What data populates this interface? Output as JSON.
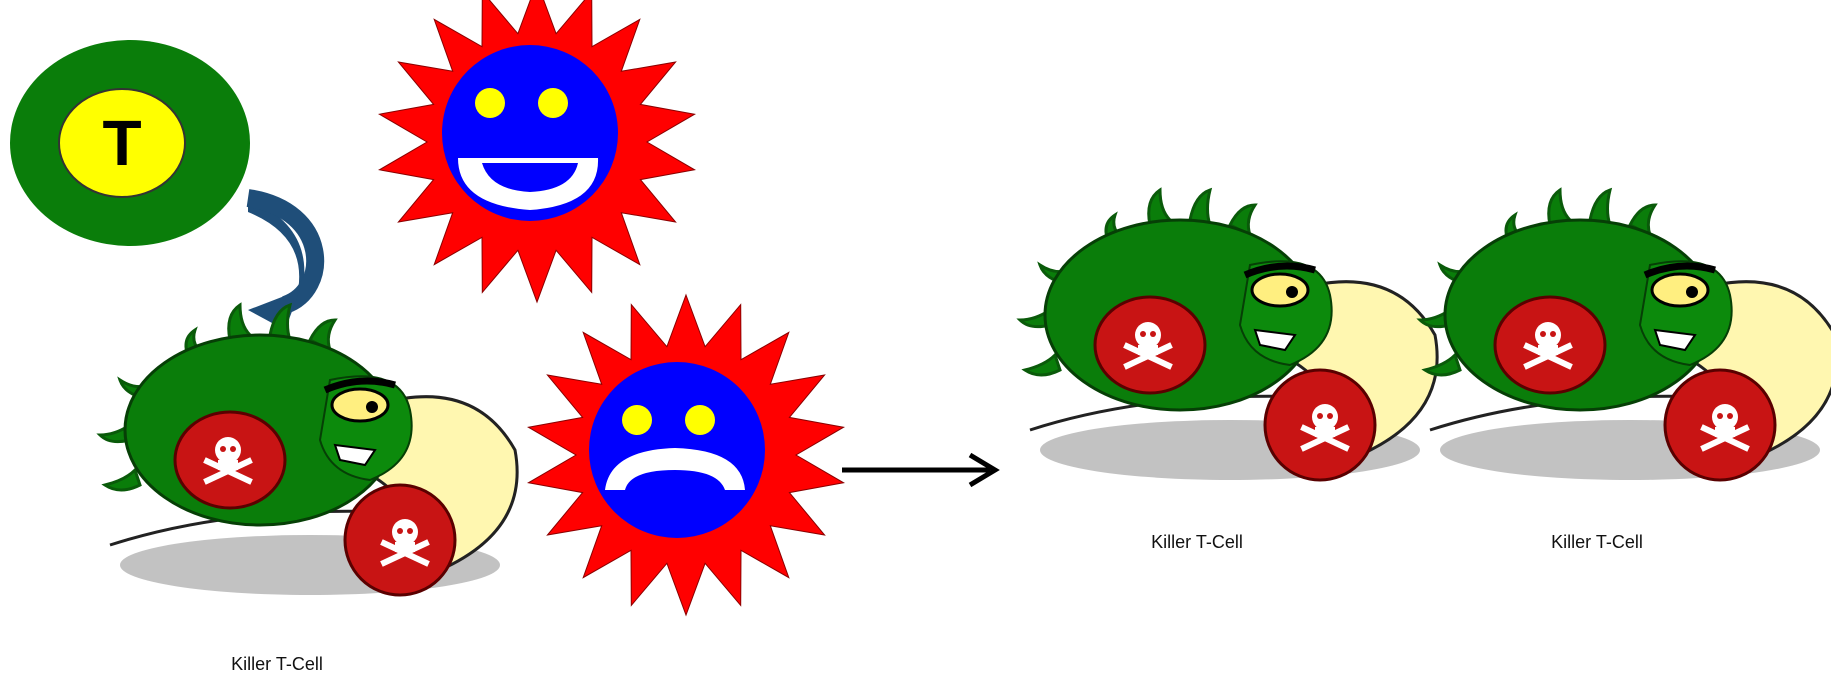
{
  "diagram": {
    "t_cell_letter": "T",
    "killer_label": "Killer T-Cell",
    "colors": {
      "tcell_outer": "#0a7d0a",
      "tcell_inner": "#ffff00",
      "healthy_star": "#ff0000",
      "healthy_face": "#0000ff",
      "eyes": "#ffff00",
      "mouth": "#ffffff",
      "arrow_curved": "#1f4e79",
      "arrow_straight": "#000000",
      "killer_body": "#0a7d0a",
      "glove": "#cc1111",
      "tail": "#fff8b0"
    },
    "cells": [
      {
        "name": "healthy-cell",
        "mood": "happy"
      },
      {
        "name": "infected-cell",
        "mood": "sad"
      }
    ],
    "killers": [
      {
        "label": "Killer T-Cell"
      },
      {
        "label": "Killer T-Cell"
      },
      {
        "label": "Killer T-Cell"
      }
    ]
  }
}
